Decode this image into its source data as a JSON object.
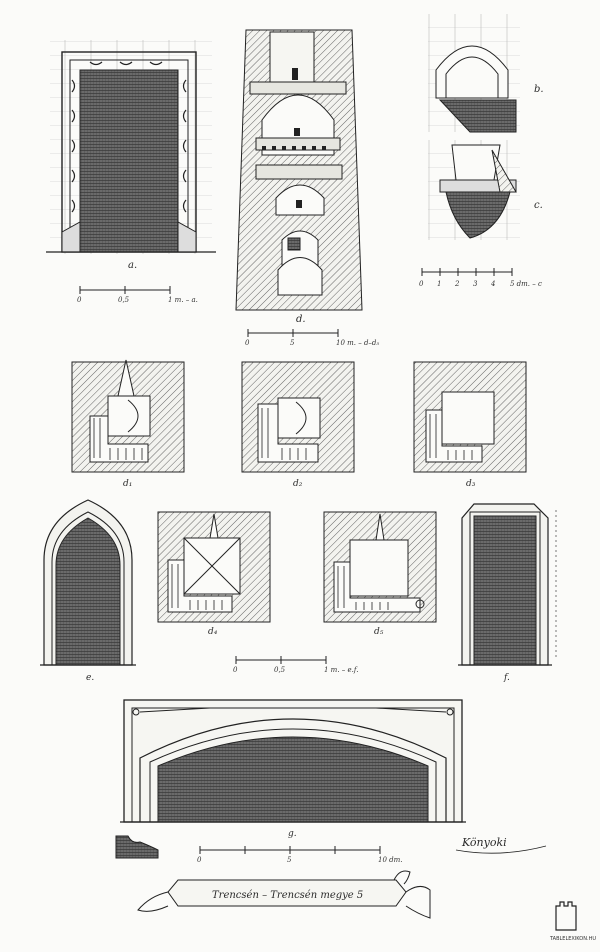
{
  "labels": {
    "a": "a.",
    "d1": "d.",
    "d2": "d₁",
    "d3": "d₂",
    "d4": "d₃",
    "d5": "d₄",
    "d6": "d₅",
    "b": "b.",
    "c": "c.",
    "e": "e.",
    "f": "f.",
    "g": "g."
  },
  "scales": {
    "scale_a": {
      "ticks": [
        "0",
        "0,5"
      ],
      "end_label": "1 m. – a."
    },
    "scale_d": {
      "ticks": [
        "0",
        "5"
      ],
      "end_label": "10 m. – d–d₅"
    },
    "scale_bc": {
      "ticks": [
        "0",
        "1",
        "2",
        "3",
        "4"
      ],
      "end_label": "5 dm. – c"
    },
    "scale_ef": {
      "ticks": [
        "0",
        "0,5"
      ],
      "end_label": "1 m. – e.f."
    },
    "scale_g": {
      "ticks": [
        "0",
        "5"
      ],
      "end_label": "10 dm."
    }
  },
  "signature": "Könyoki",
  "banner_text": "Trencsén – Trencsén megye 5",
  "watermark": "TABLELEXIKON.HU",
  "colors": {
    "ink": "#222222",
    "paper": "#fbfbf9"
  }
}
